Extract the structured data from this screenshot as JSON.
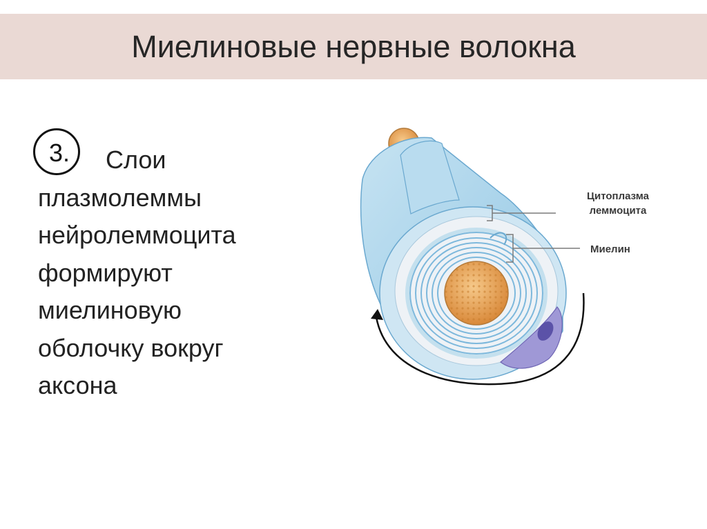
{
  "header": {
    "title": "Миелиновые нервные волокна"
  },
  "content": {
    "step_number": "3.",
    "text_lines": [
      "Слои",
      "плазмолеммы",
      "нейролеммоцита",
      "формируют",
      "миелиновую",
      "оболочку вокруг",
      "аксона"
    ]
  },
  "diagram": {
    "labels": {
      "cytoplasm_line1": "Цитоплазма",
      "cytoplasm_line2": "леммоцита",
      "myelin": "Миелин"
    },
    "colors": {
      "sheath": "#a9d3ea",
      "sheath_dark": "#7db8dc",
      "cytoplasm": "#eef2f6",
      "axon": "#e8a95a",
      "nucleus": "#8b82c9"
    }
  }
}
